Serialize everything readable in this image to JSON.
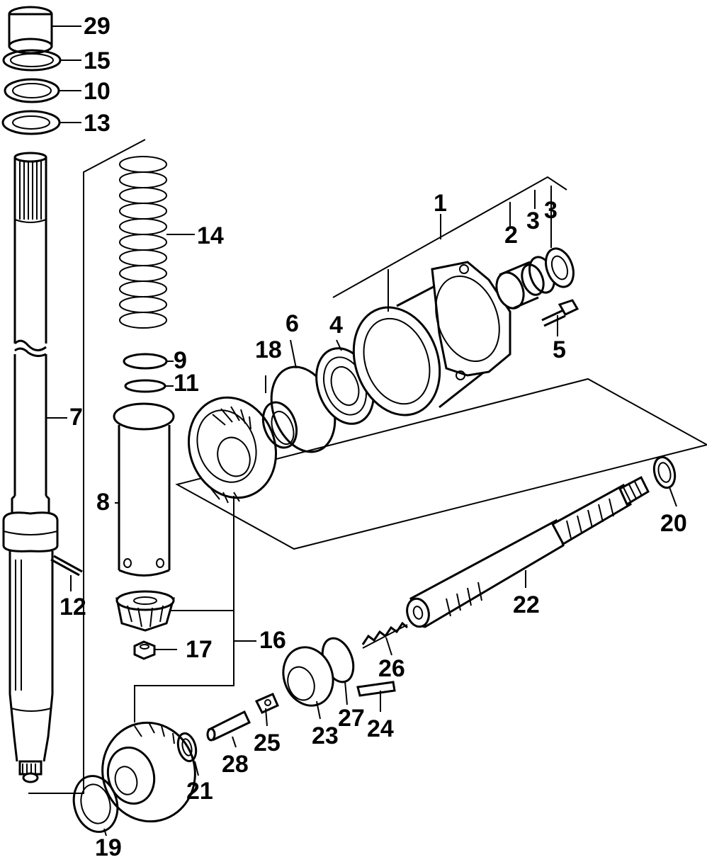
{
  "diagram": {
    "labels": {
      "p1": "1",
      "p2": "2",
      "p3a": "3",
      "p3b": "3",
      "p4": "4",
      "p5": "5",
      "p6": "6",
      "p7": "7",
      "p8": "8",
      "p9": "9",
      "p10": "10",
      "p11": "11",
      "p12": "12",
      "p13": "13",
      "p14": "14",
      "p15": "15",
      "p16": "16",
      "p17": "17",
      "p18": "18",
      "p19": "19",
      "p20": "20",
      "p21": "21",
      "p22": "22",
      "p23": "23",
      "p24": "24",
      "p25": "25",
      "p26": "26",
      "p27": "27",
      "p28": "28",
      "p29": "29"
    }
  }
}
